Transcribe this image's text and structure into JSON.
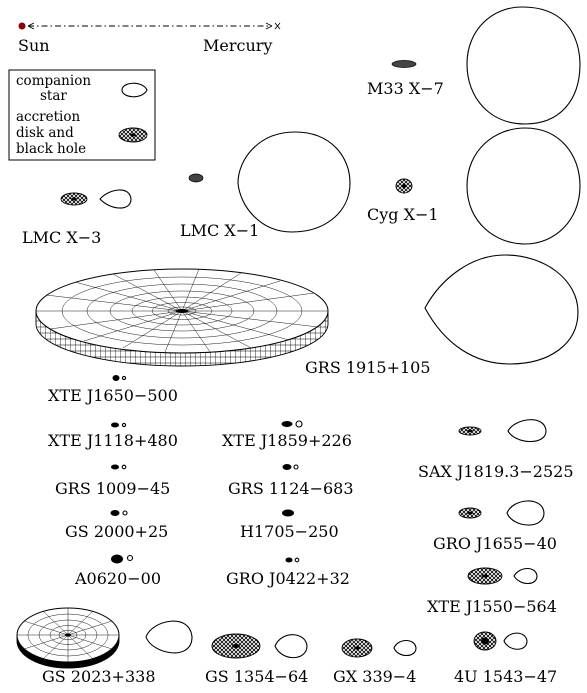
{
  "scale_bar": {
    "left_label": "Sun",
    "right_label": "Mercury",
    "sun_color": "#8b0000"
  },
  "legend": {
    "companion_line1": "companion",
    "companion_line2": "star",
    "disk_line1": "accretion",
    "disk_line2": "disk  and",
    "disk_line3": "black hole"
  },
  "systems": [
    "M33 X−7",
    "LMC X−3",
    "LMC X−1",
    "Cyg X−1",
    "GRS 1915+105",
    "XTE J1650−500",
    "XTE J1118+480",
    "XTE J1859+226",
    "SAX J1819.3−2525",
    "GRS 1009−45",
    "GRS 1124−683",
    "GS 2000+25",
    "H1705−250",
    "GRO J1655−40",
    "A0620−00",
    "GRO J0422+32",
    "XTE J1550−564",
    "GS 2023+338",
    "GS 1354−64",
    "GX 339−4",
    "4U 1543−47"
  ]
}
